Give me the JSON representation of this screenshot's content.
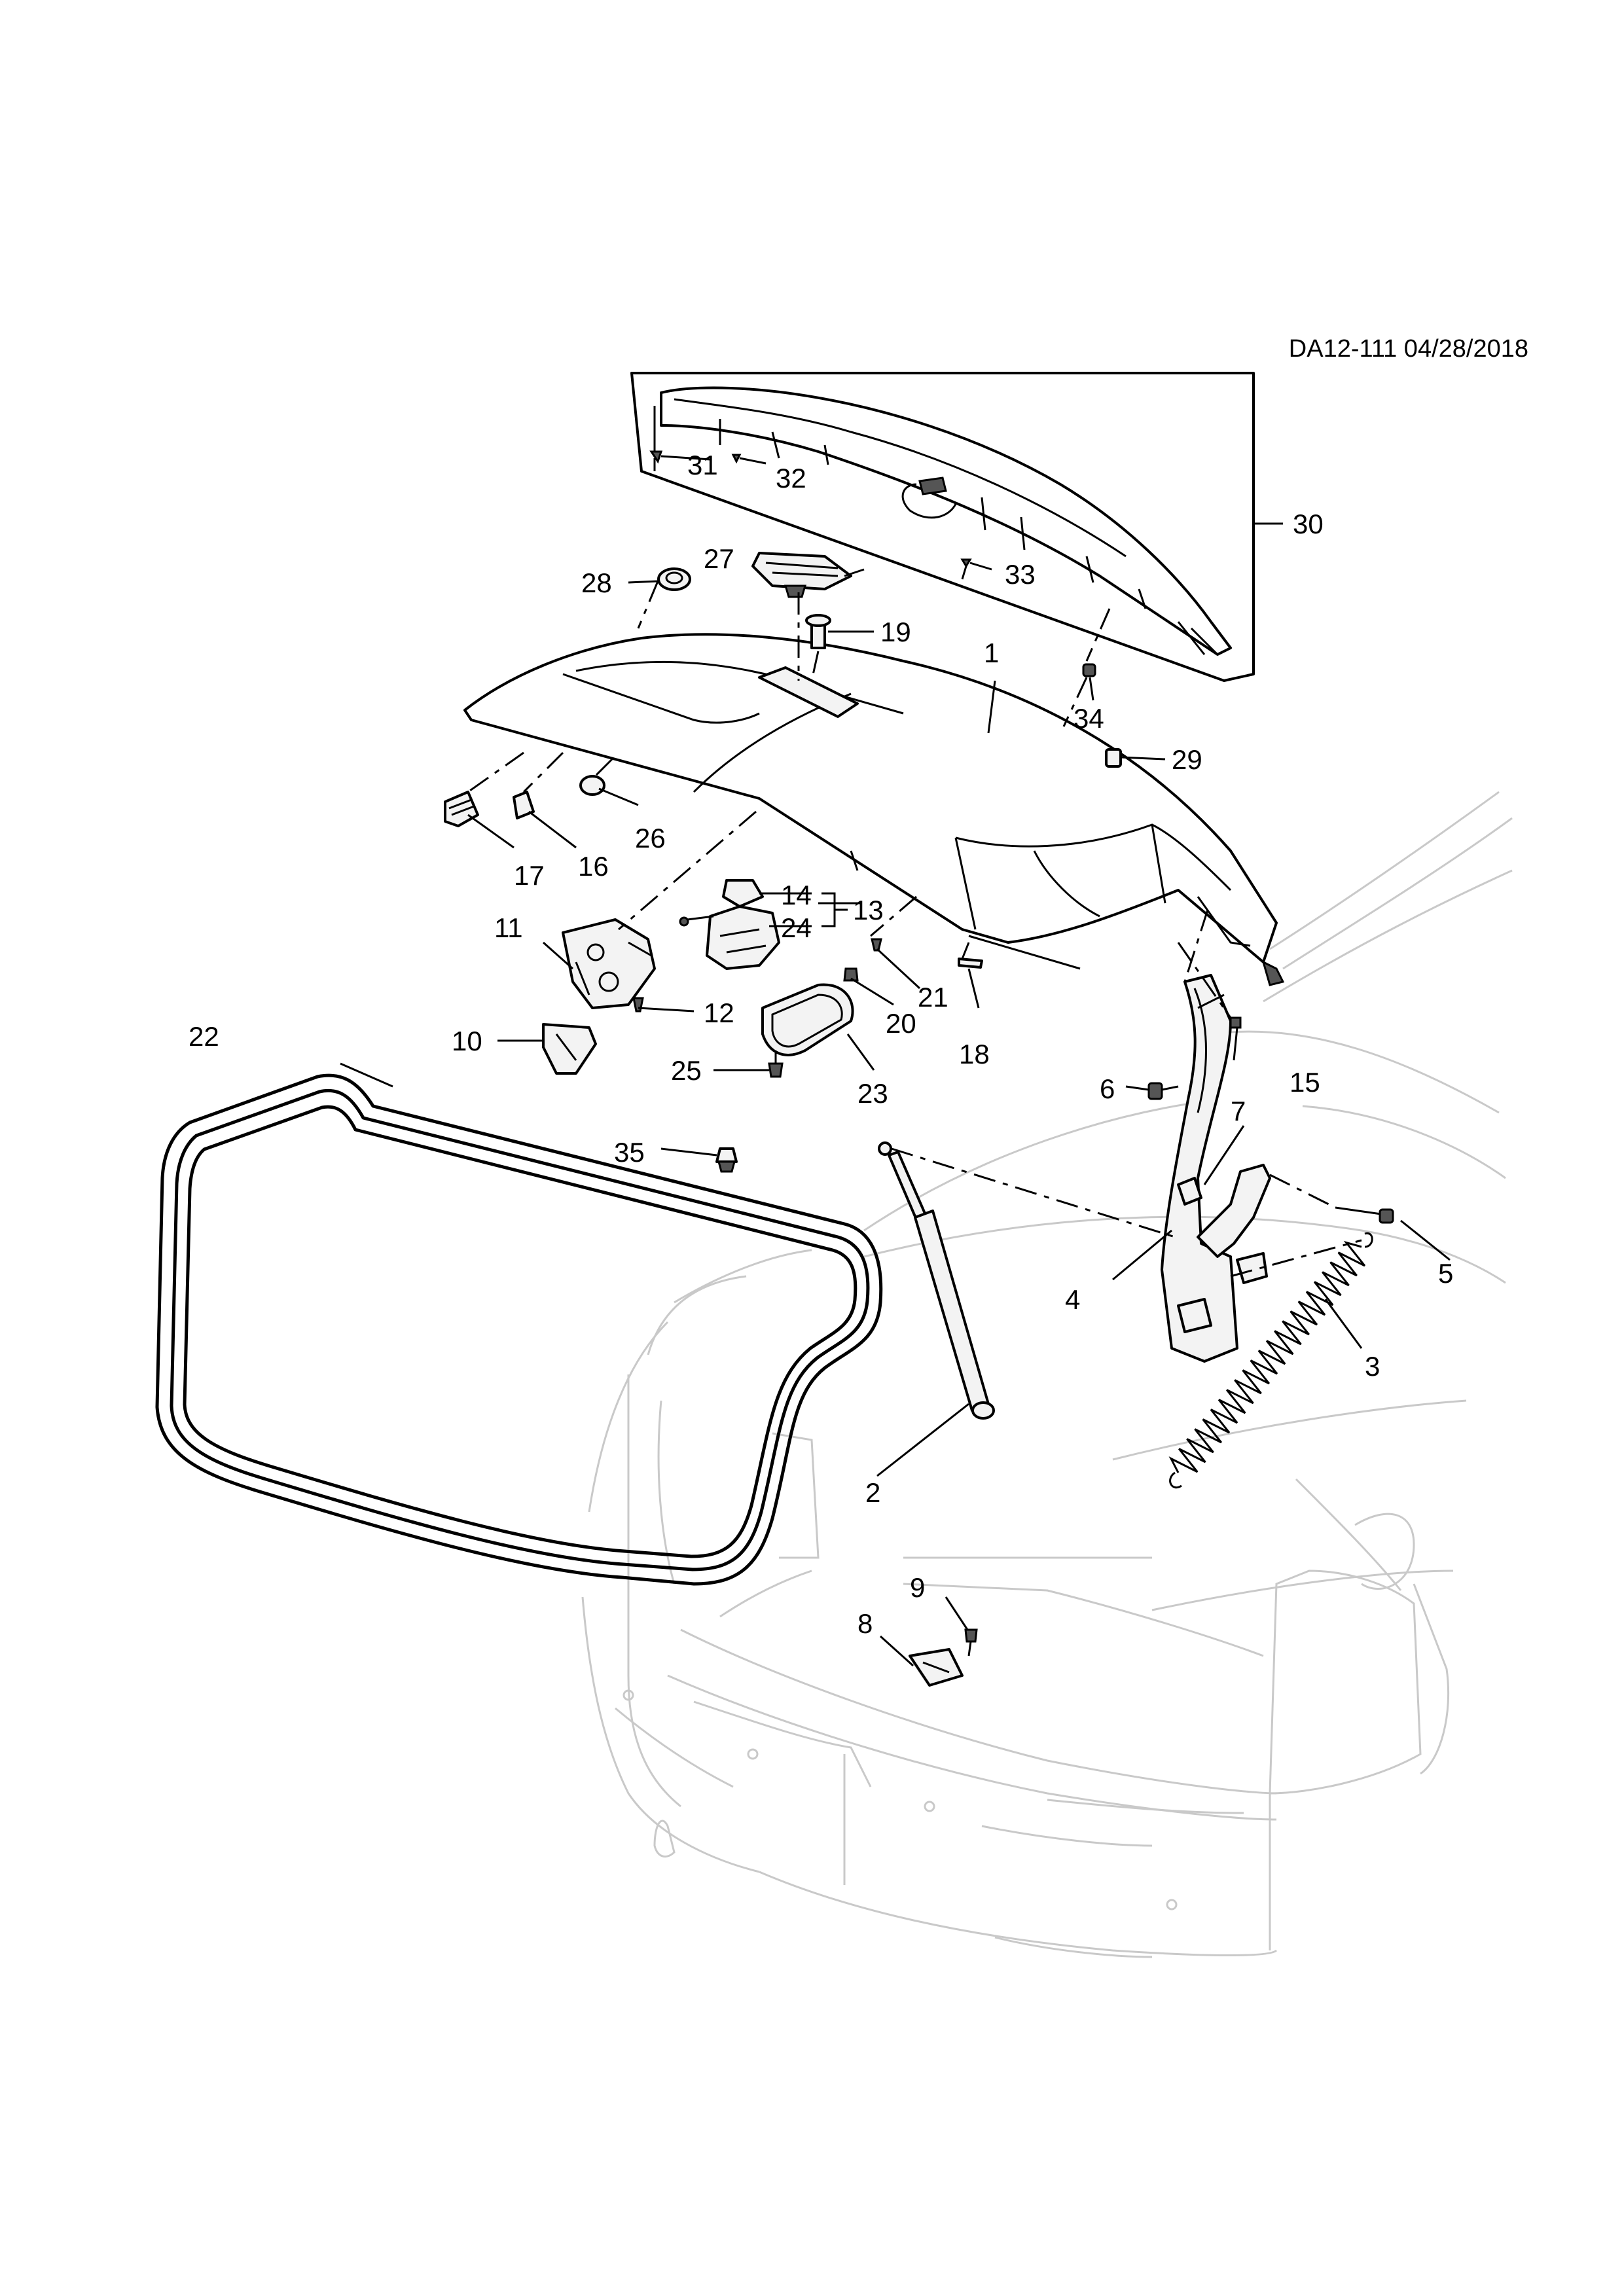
{
  "reference": "DA12-111 04/28/2018",
  "callouts": {
    "c1": "1",
    "c2": "2",
    "c3": "3",
    "c4": "4",
    "c5": "5",
    "c6": "6",
    "c7": "7",
    "c8": "8",
    "c9": "9",
    "c10": "10",
    "c11": "11",
    "c12": "12",
    "c13": "13",
    "c14": "14",
    "c15": "15",
    "c16": "16",
    "c17": "17",
    "c18": "18",
    "c19": "19",
    "c20": "20",
    "c21": "21",
    "c22": "22",
    "c23": "23",
    "c24": "24",
    "c25": "25",
    "c26": "26",
    "c27": "27",
    "c28": "28",
    "c29": "29",
    "c30": "30",
    "c31": "31",
    "c32": "32",
    "c33": "33",
    "c34": "34",
    "c35": "35"
  }
}
